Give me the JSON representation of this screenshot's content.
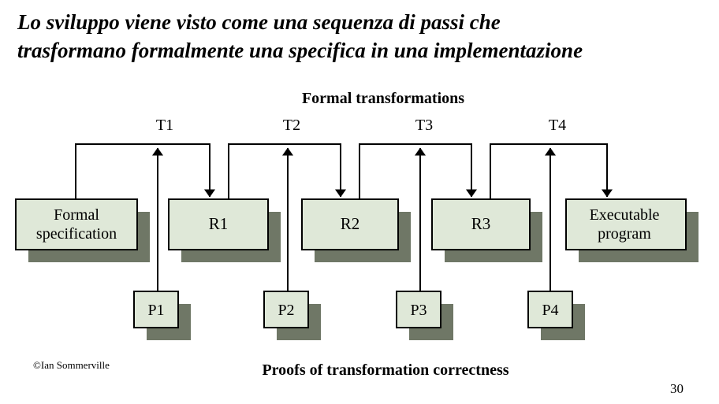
{
  "slide": {
    "title_line1": "Lo sviluppo viene visto come una sequenza di passi che",
    "title_line2": "trasformano formalmente una specifica in una implementazione",
    "copyright": "©Ian Sommerville",
    "page_number": "30"
  },
  "diagram": {
    "top_label": "Formal transformations",
    "bottom_label": "Proofs of transformation correctness",
    "stages": [
      {
        "line1": "Formal",
        "line2": "specification"
      },
      {
        "line1": "R1",
        "line2": ""
      },
      {
        "line1": "R2",
        "line2": ""
      },
      {
        "line1": "R3",
        "line2": ""
      },
      {
        "line1": "Executable",
        "line2": "program"
      }
    ],
    "transformations": [
      "T1",
      "T2",
      "T3",
      "T4"
    ],
    "proofs": [
      "P1",
      "P2",
      "P3",
      "P4"
    ]
  },
  "colors": {
    "box_fill": "#dfe8d8",
    "shadow": "#6f7766",
    "line": "#000000"
  }
}
